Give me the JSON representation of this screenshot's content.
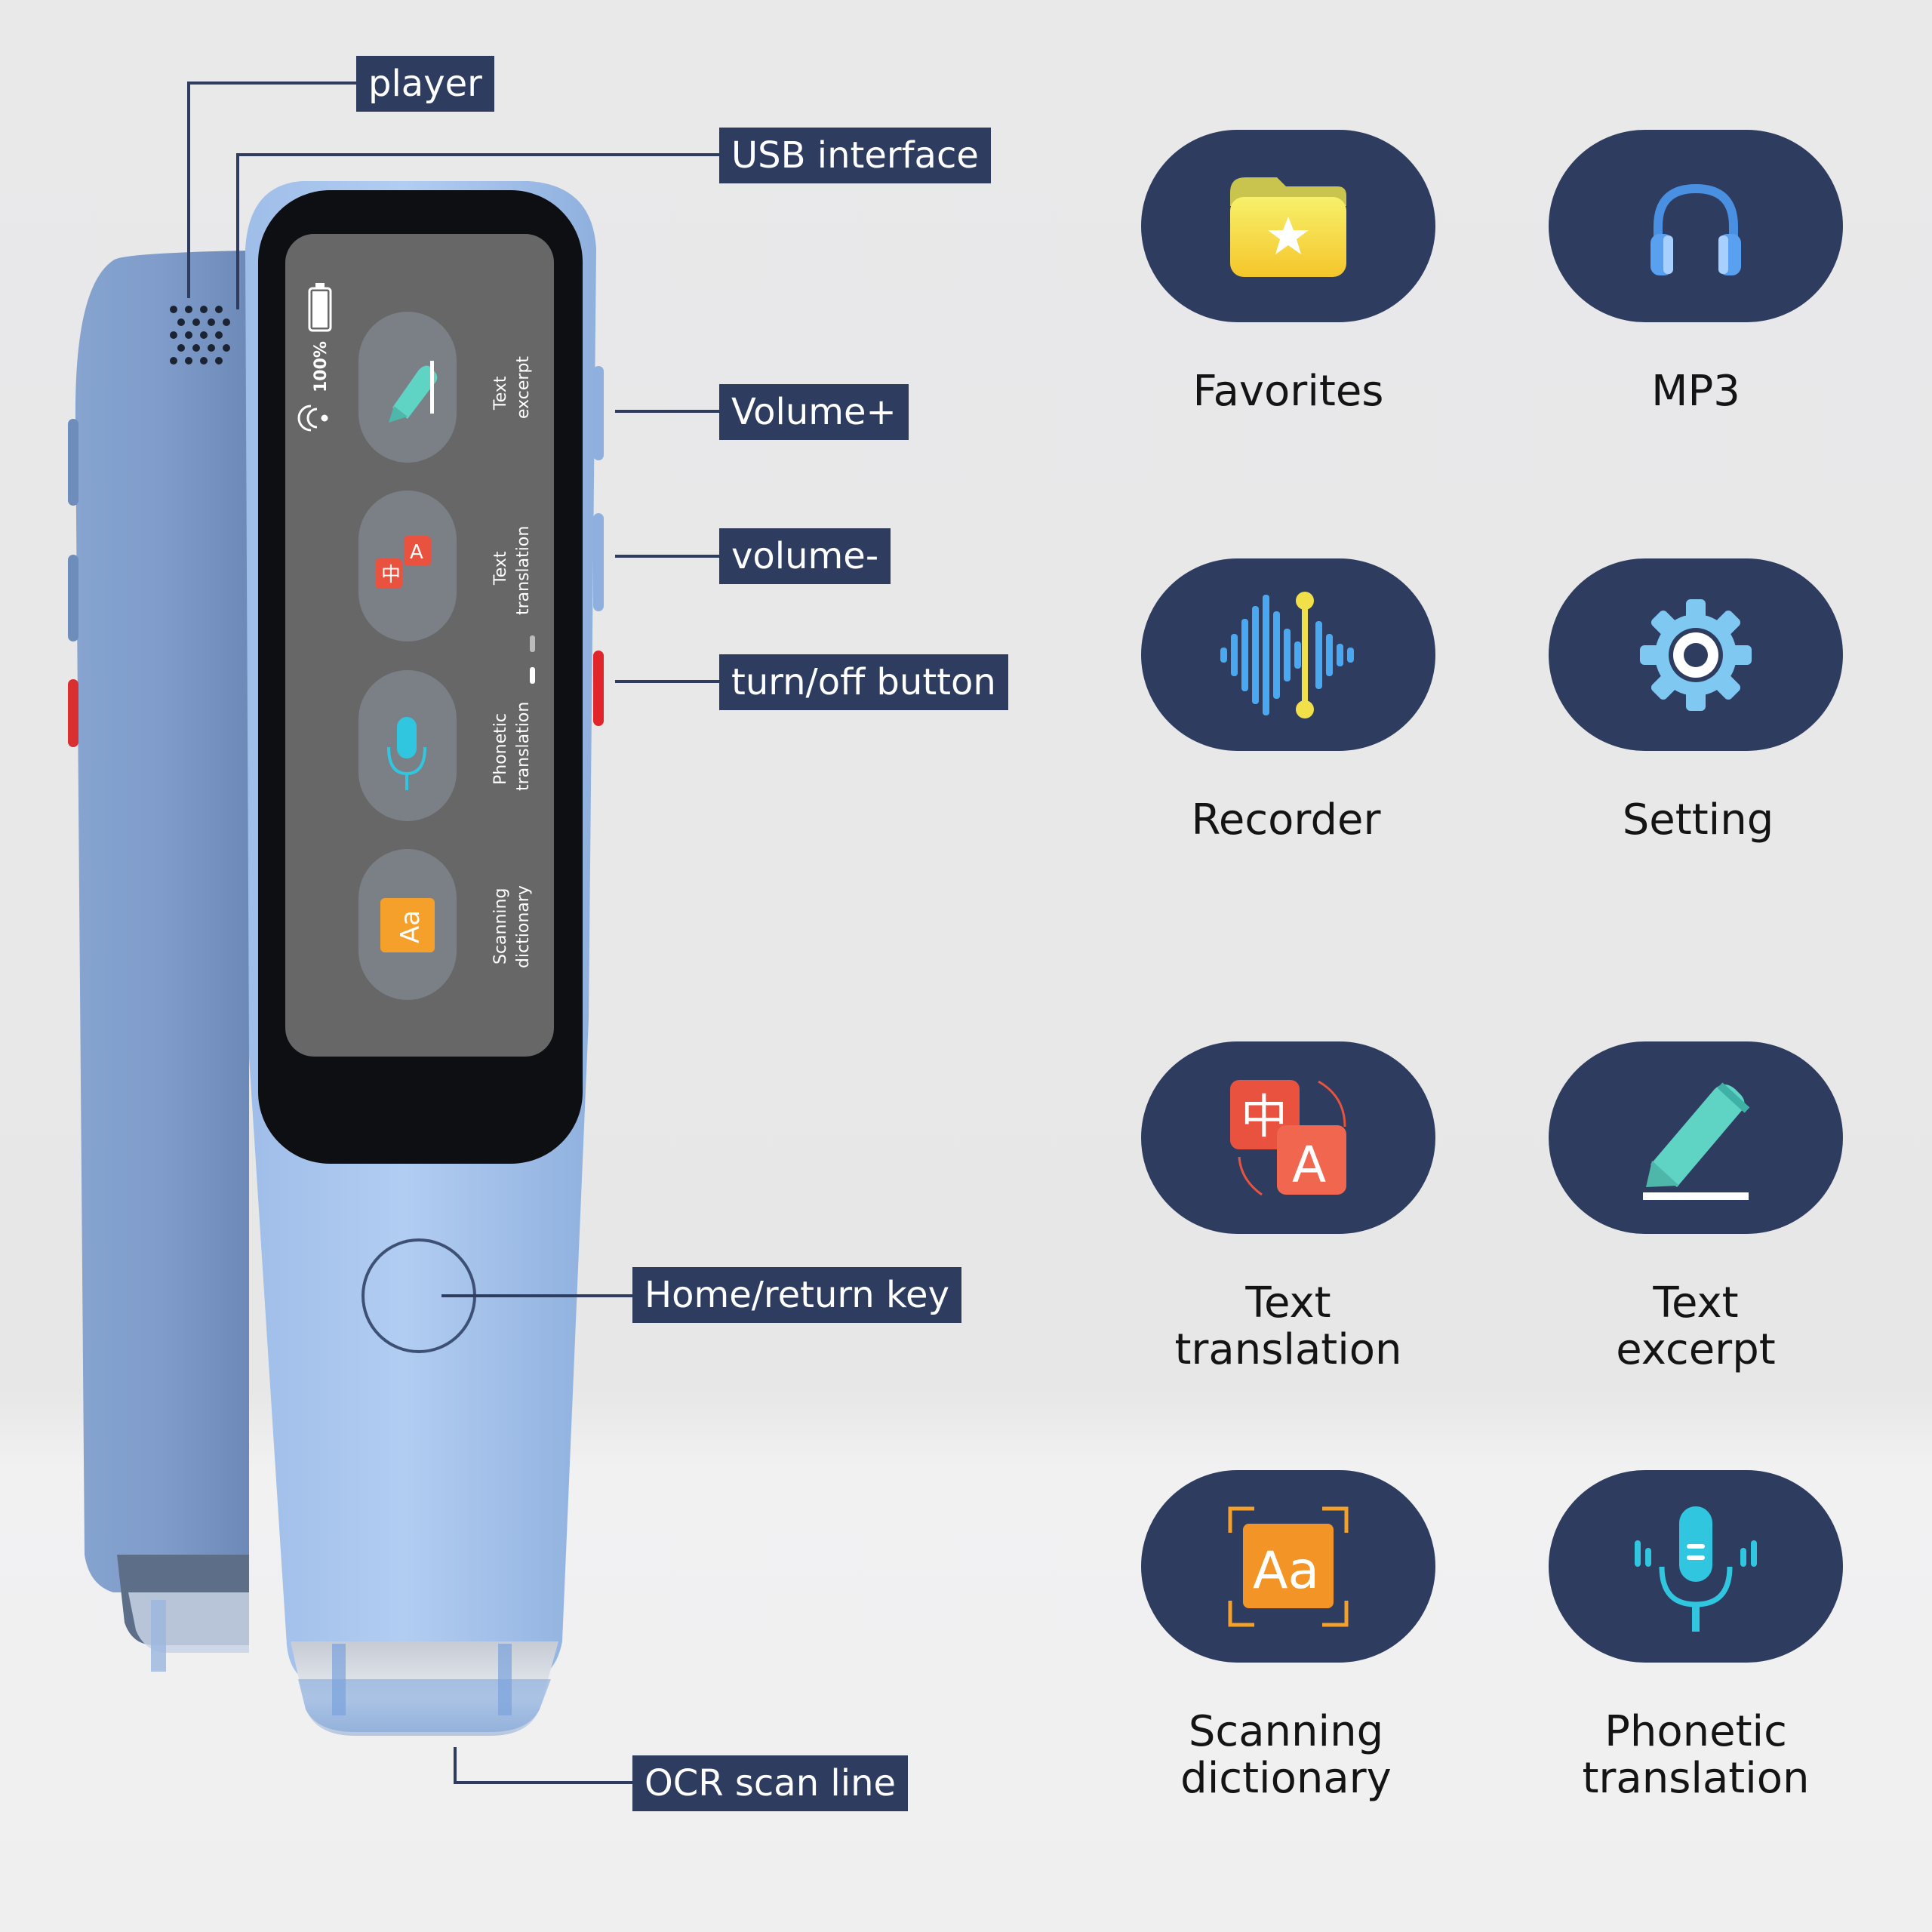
{
  "callouts": {
    "player": "player",
    "usb": "USB interface",
    "volume_up": "Volume+",
    "volume_down": "volume-",
    "power": "turn/off button",
    "home": "Home/return key",
    "ocr": "OCR scan line"
  },
  "screen": {
    "battery": "100%",
    "apps": [
      {
        "line1": "Text",
        "line2": "excerpt",
        "icon": "pencil-icon"
      },
      {
        "line1": "Text",
        "line2": "translation",
        "icon": "translate-icon"
      },
      {
        "line1": "Phonetic",
        "line2": "translation",
        "icon": "microphone-icon"
      },
      {
        "line1": "Scanning",
        "line2": "dictionary",
        "icon": "dictionary-icon"
      }
    ]
  },
  "features": [
    {
      "line1": "Favorites",
      "line2": "",
      "icon": "folder-star-icon"
    },
    {
      "line1": "MP3",
      "line2": "",
      "icon": "headphones-icon"
    },
    {
      "line1": "Recorder",
      "line2": "",
      "icon": "soundwave-icon"
    },
    {
      "line1": "Setting",
      "line2": "",
      "icon": "gear-icon"
    },
    {
      "line1": "Text",
      "line2": "translation",
      "icon": "translate-icon"
    },
    {
      "line1": "Text",
      "line2": "excerpt",
      "icon": "pencil-icon"
    },
    {
      "line1": "Scanning",
      "line2": "dictionary",
      "icon": "dictionary-icon"
    },
    {
      "line1": "Phonetic",
      "line2": "translation",
      "icon": "microphone-icon"
    }
  ],
  "colors": {
    "label_bg": "#2e3d5f",
    "pen_body": "#a9c6ee",
    "power_button": "#e0262a"
  }
}
